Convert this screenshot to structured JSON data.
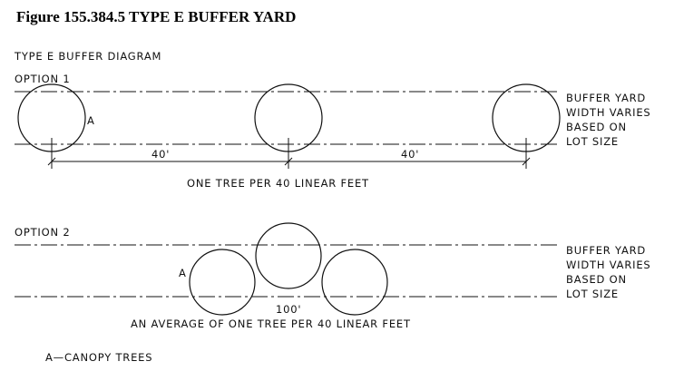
{
  "figure_title": "Figure 155.384.5 TYPE E BUFFER YARD",
  "diagram_title": "TYPE E BUFFER DIAGRAM",
  "option1": {
    "label": "OPTION 1",
    "tree_label": "A",
    "dim_left": "40'",
    "dim_right": "40'",
    "caption": "ONE TREE PER 40 LINEAR FEET",
    "note": [
      "BUFFER YARD",
      "WIDTH VARIES",
      "BASED ON",
      "LOT SIZE"
    ]
  },
  "option2": {
    "label": "OPTION 2",
    "tree_label": "A",
    "dim": "100'",
    "caption": "AN AVERAGE OF ONE TREE PER 40 LINEAR FEET",
    "note": [
      "BUFFER YARD",
      "WIDTH VARIES",
      "BASED ON",
      "LOT SIZE"
    ]
  },
  "legend": "A—CANOPY TREES"
}
